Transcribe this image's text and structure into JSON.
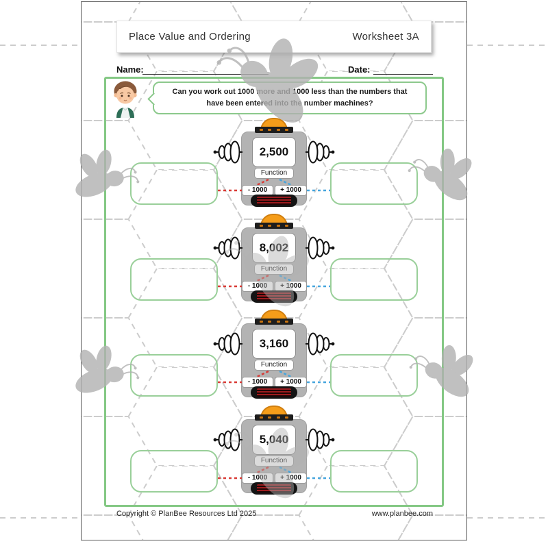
{
  "header": {
    "title": "Place Value and Ordering",
    "worksheet_label": "Worksheet 3A"
  },
  "meta": {
    "name_label": "Name:",
    "date_label": "Date:"
  },
  "instruction": {
    "text": "Can you work out 1000 more and 1000 less than the numbers that have been entered into the number machines?"
  },
  "machines": [
    {
      "value": "2,500",
      "function_label": "Function",
      "minus_label": "- 1000",
      "plus_label": "+ 1000"
    },
    {
      "value": "8,002",
      "function_label": "Function",
      "minus_label": "- 1000",
      "plus_label": "+ 1000"
    },
    {
      "value": "3,160",
      "function_label": "Function",
      "minus_label": "- 1000",
      "plus_label": "+ 1000"
    },
    {
      "value": "5,040",
      "function_label": "Function",
      "minus_label": "- 1000",
      "plus_label": "+ 1000"
    }
  ],
  "footer": {
    "copyright": "Copyright © PlanBee Resources Ltd 2025",
    "website": "www.planbee.com"
  },
  "colors": {
    "frame_green": "#84c884",
    "machine_gray": "#b3b3b3",
    "dome_orange": "#f59d1a",
    "minus_red": "#d93a35",
    "plus_blue": "#45a5dd",
    "pattern_gray": "#cccccc"
  }
}
